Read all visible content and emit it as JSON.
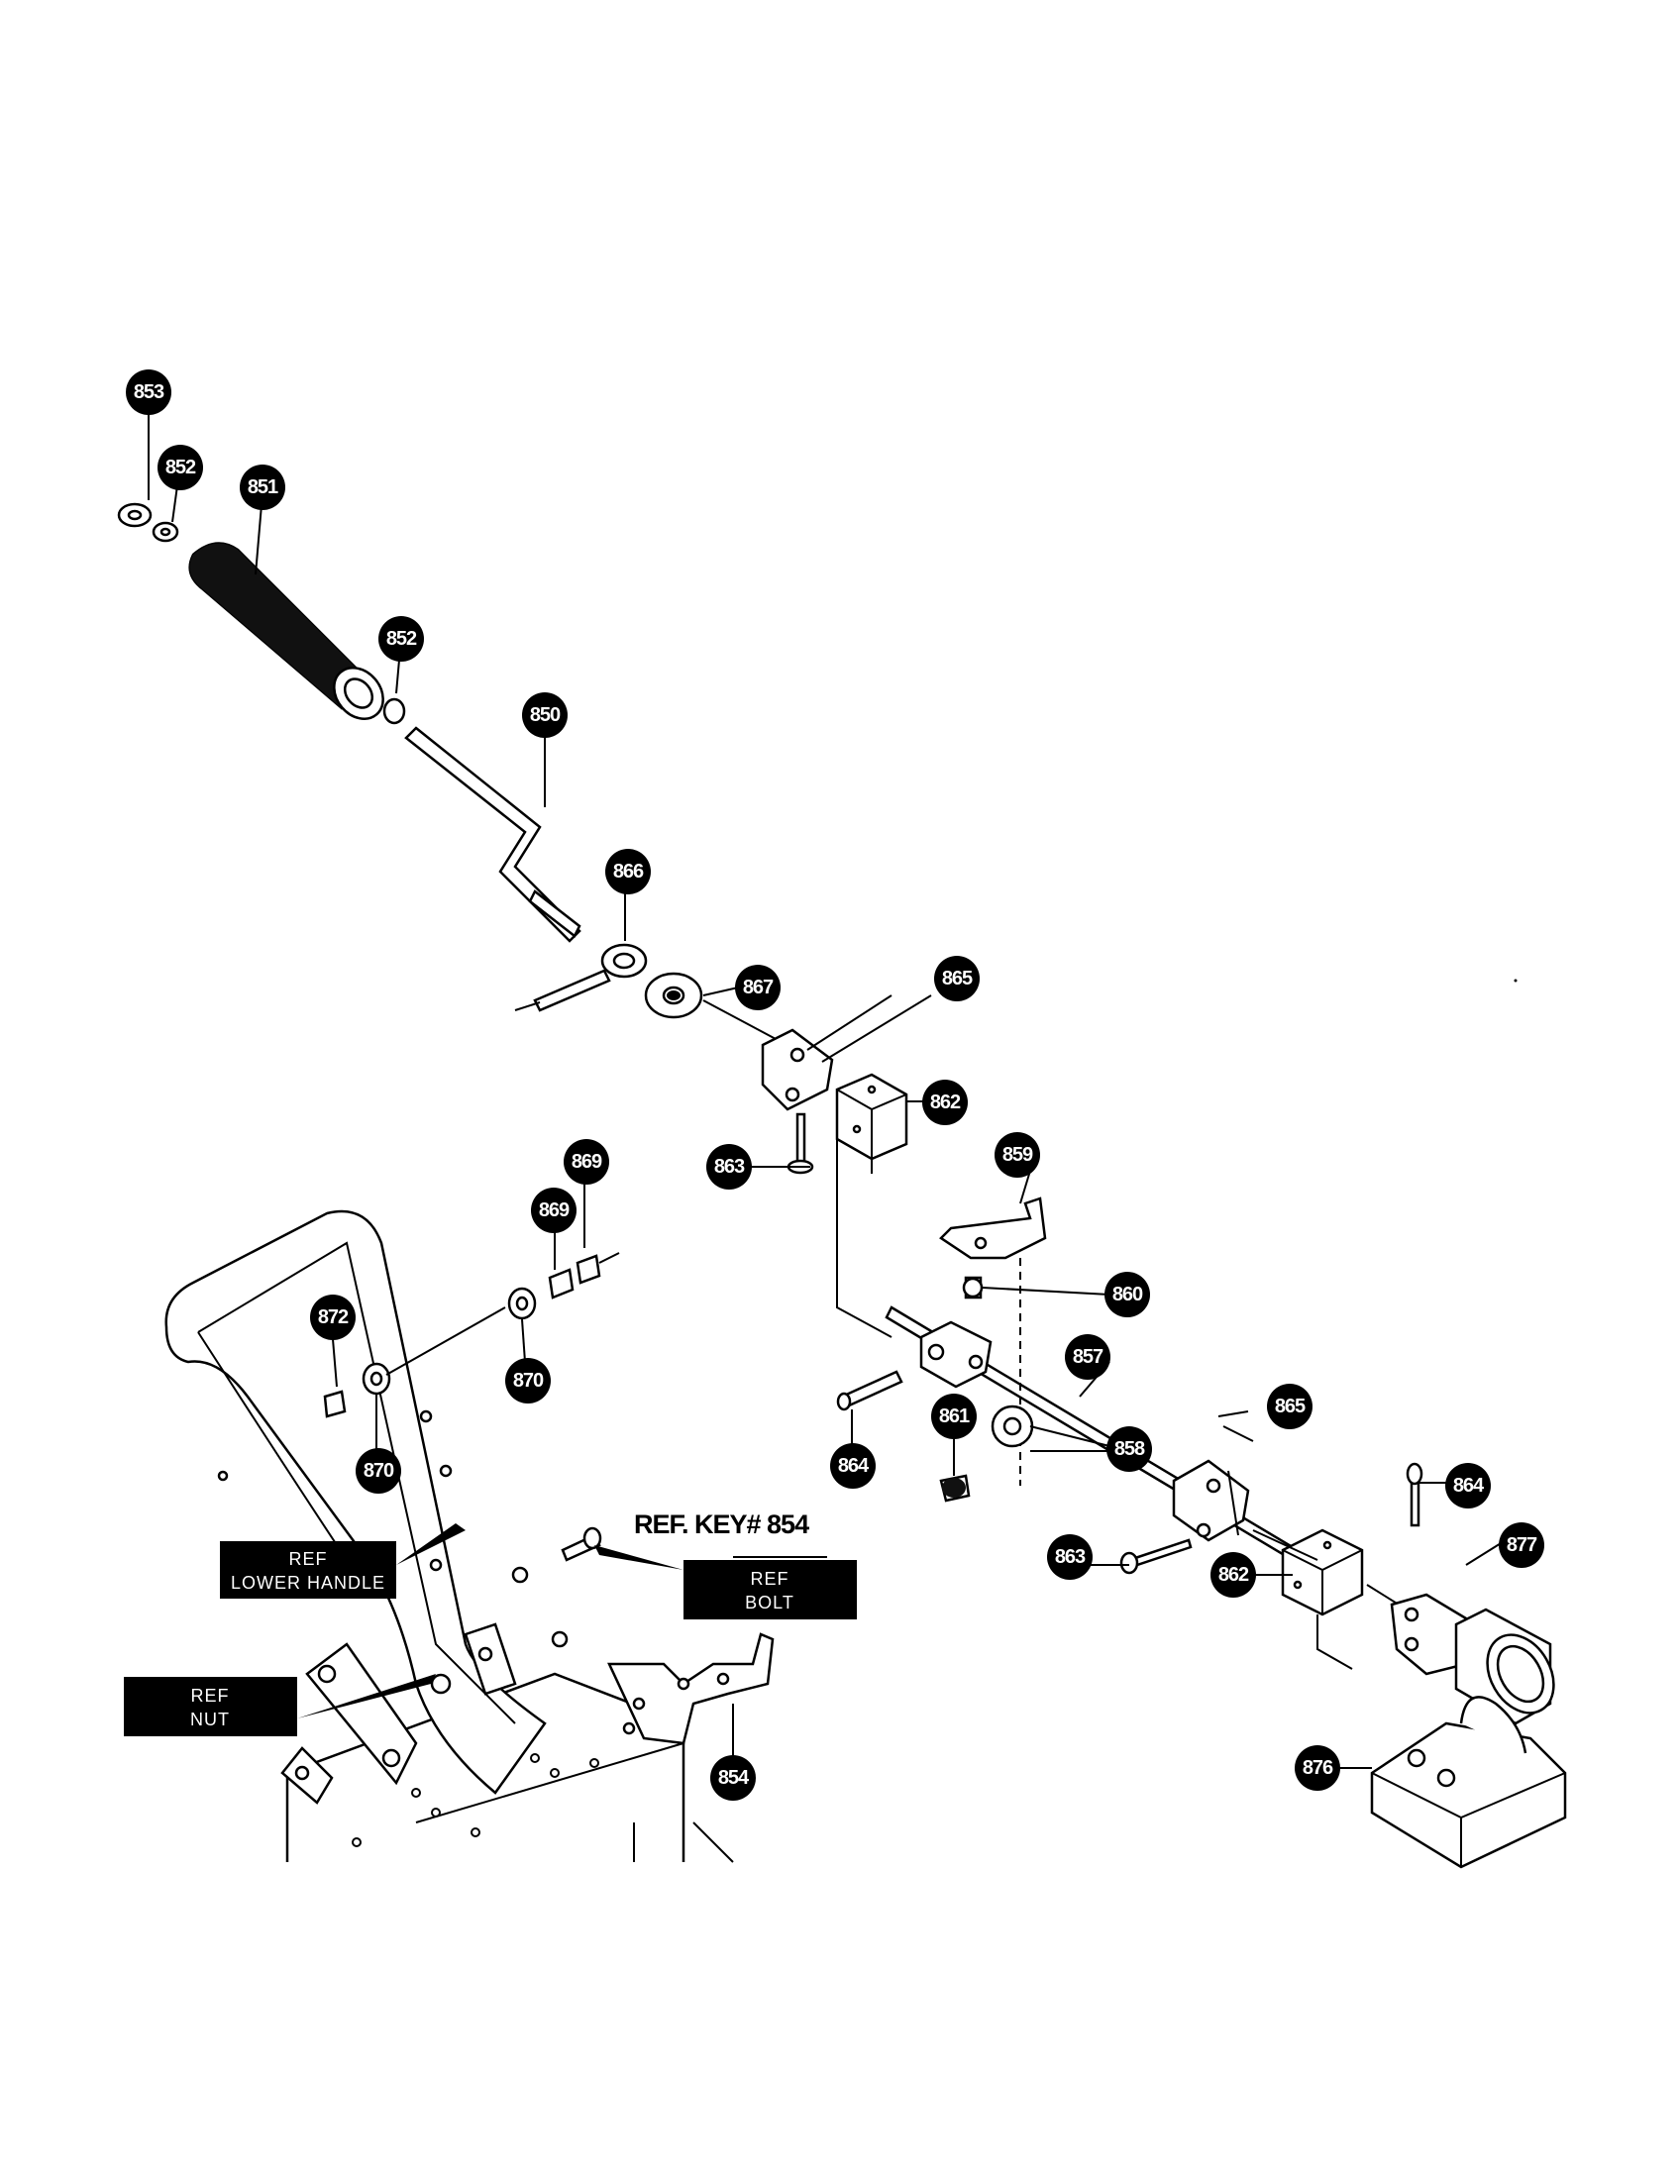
{
  "diagram": {
    "callouts": [
      {
        "id": "853",
        "label": "853"
      },
      {
        "id": "852a",
        "label": "852"
      },
      {
        "id": "851",
        "label": "851"
      },
      {
        "id": "852b",
        "label": "852"
      },
      {
        "id": "850",
        "label": "850"
      },
      {
        "id": "866",
        "label": "866"
      },
      {
        "id": "867",
        "label": "867"
      },
      {
        "id": "865a",
        "label": "865"
      },
      {
        "id": "862a",
        "label": "862"
      },
      {
        "id": "863a",
        "label": "863"
      },
      {
        "id": "859",
        "label": "859"
      },
      {
        "id": "869a",
        "label": "869"
      },
      {
        "id": "869b",
        "label": "869"
      },
      {
        "id": "872",
        "label": "872"
      },
      {
        "id": "870a",
        "label": "870"
      },
      {
        "id": "870b",
        "label": "870"
      },
      {
        "id": "860",
        "label": "860"
      },
      {
        "id": "857",
        "label": "857"
      },
      {
        "id": "865b",
        "label": "865"
      },
      {
        "id": "861",
        "label": "861"
      },
      {
        "id": "858",
        "label": "858"
      },
      {
        "id": "864a",
        "label": "864"
      },
      {
        "id": "864b",
        "label": "864"
      },
      {
        "id": "877",
        "label": "877"
      },
      {
        "id": "863b",
        "label": "863"
      },
      {
        "id": "862b",
        "label": "862"
      },
      {
        "id": "854",
        "label": "854"
      },
      {
        "id": "876",
        "label": "876"
      }
    ],
    "ref_labels": {
      "lower_handle": {
        "line1": "REF",
        "line2": "LOWER HANDLE"
      },
      "bolt": {
        "line1": "REF",
        "line2": "BOLT"
      },
      "nut": {
        "line1": "REF",
        "line2": "NUT"
      }
    },
    "ref_key": "REF. KEY# 854"
  }
}
